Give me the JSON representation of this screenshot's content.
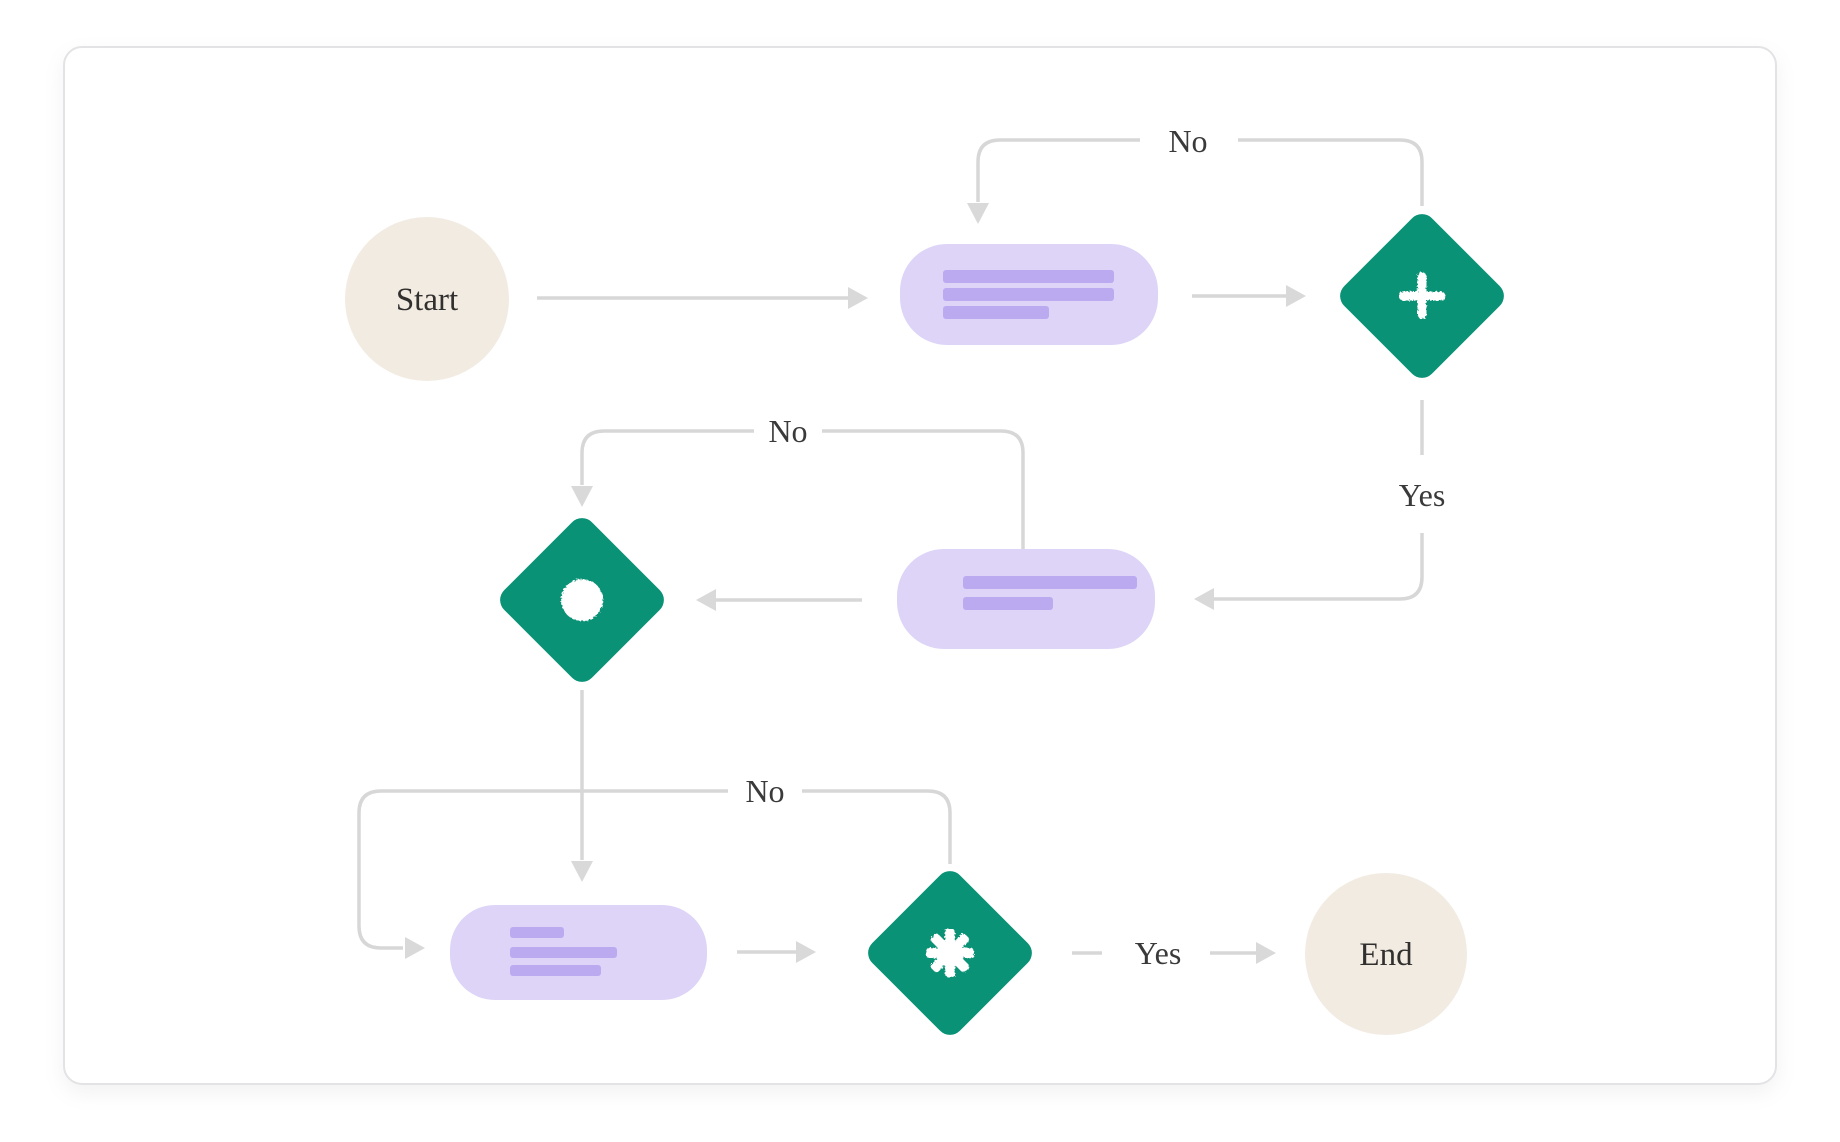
{
  "diagram": {
    "type": "flowchart",
    "labels": {
      "start": "Start",
      "end": "End",
      "no_top": "No",
      "no_middle": "No",
      "no_bottom": "No",
      "yes_vertical": "Yes",
      "yes_end": "Yes"
    },
    "nodes": [
      {
        "id": "start",
        "kind": "terminal",
        "label": "Start"
      },
      {
        "id": "process-1",
        "kind": "process",
        "skeleton_lines": 3
      },
      {
        "id": "decision-1",
        "kind": "decision",
        "icon": "plus-icon"
      },
      {
        "id": "process-2",
        "kind": "process",
        "skeleton_lines": 2
      },
      {
        "id": "decision-2",
        "kind": "decision",
        "icon": "circle-icon"
      },
      {
        "id": "process-3",
        "kind": "process",
        "skeleton_lines": 3
      },
      {
        "id": "decision-3",
        "kind": "decision",
        "icon": "asterisk-icon"
      },
      {
        "id": "end",
        "kind": "terminal",
        "label": "End"
      }
    ],
    "edges": [
      {
        "from": "start",
        "to": "process-1",
        "label": ""
      },
      {
        "from": "process-1",
        "to": "decision-1",
        "label": ""
      },
      {
        "from": "decision-1",
        "to": "process-1",
        "label": "No",
        "route": "loop-top"
      },
      {
        "from": "decision-1",
        "to": "process-2",
        "label": "Yes",
        "route": "down-left"
      },
      {
        "from": "process-2",
        "to": "decision-2",
        "label": ""
      },
      {
        "from": "process-2",
        "to": "decision-2",
        "label": "No",
        "route": "loop-top"
      },
      {
        "from": "decision-2",
        "to": "process-3",
        "label": "",
        "route": "down"
      },
      {
        "from": "decision-3",
        "to": "process-3",
        "label": "No",
        "route": "loop-left"
      },
      {
        "from": "process-3",
        "to": "decision-3",
        "label": ""
      },
      {
        "from": "decision-3",
        "to": "end",
        "label": "Yes"
      }
    ],
    "colors": {
      "page_background": "#ffffff",
      "card_background": "#ffffff",
      "card_border": "#e3e2e5",
      "terminal_fill": "#f2ebe2",
      "process_fill": "#ddd4f7",
      "process_skeleton": "#bcaaf0",
      "decision_fill": "#0a9277",
      "decision_icon": "#ffffff",
      "connector": "#d7d7d7",
      "arrowhead": "#d9d9d9",
      "edge_label_text": "#3a3a3a"
    }
  }
}
